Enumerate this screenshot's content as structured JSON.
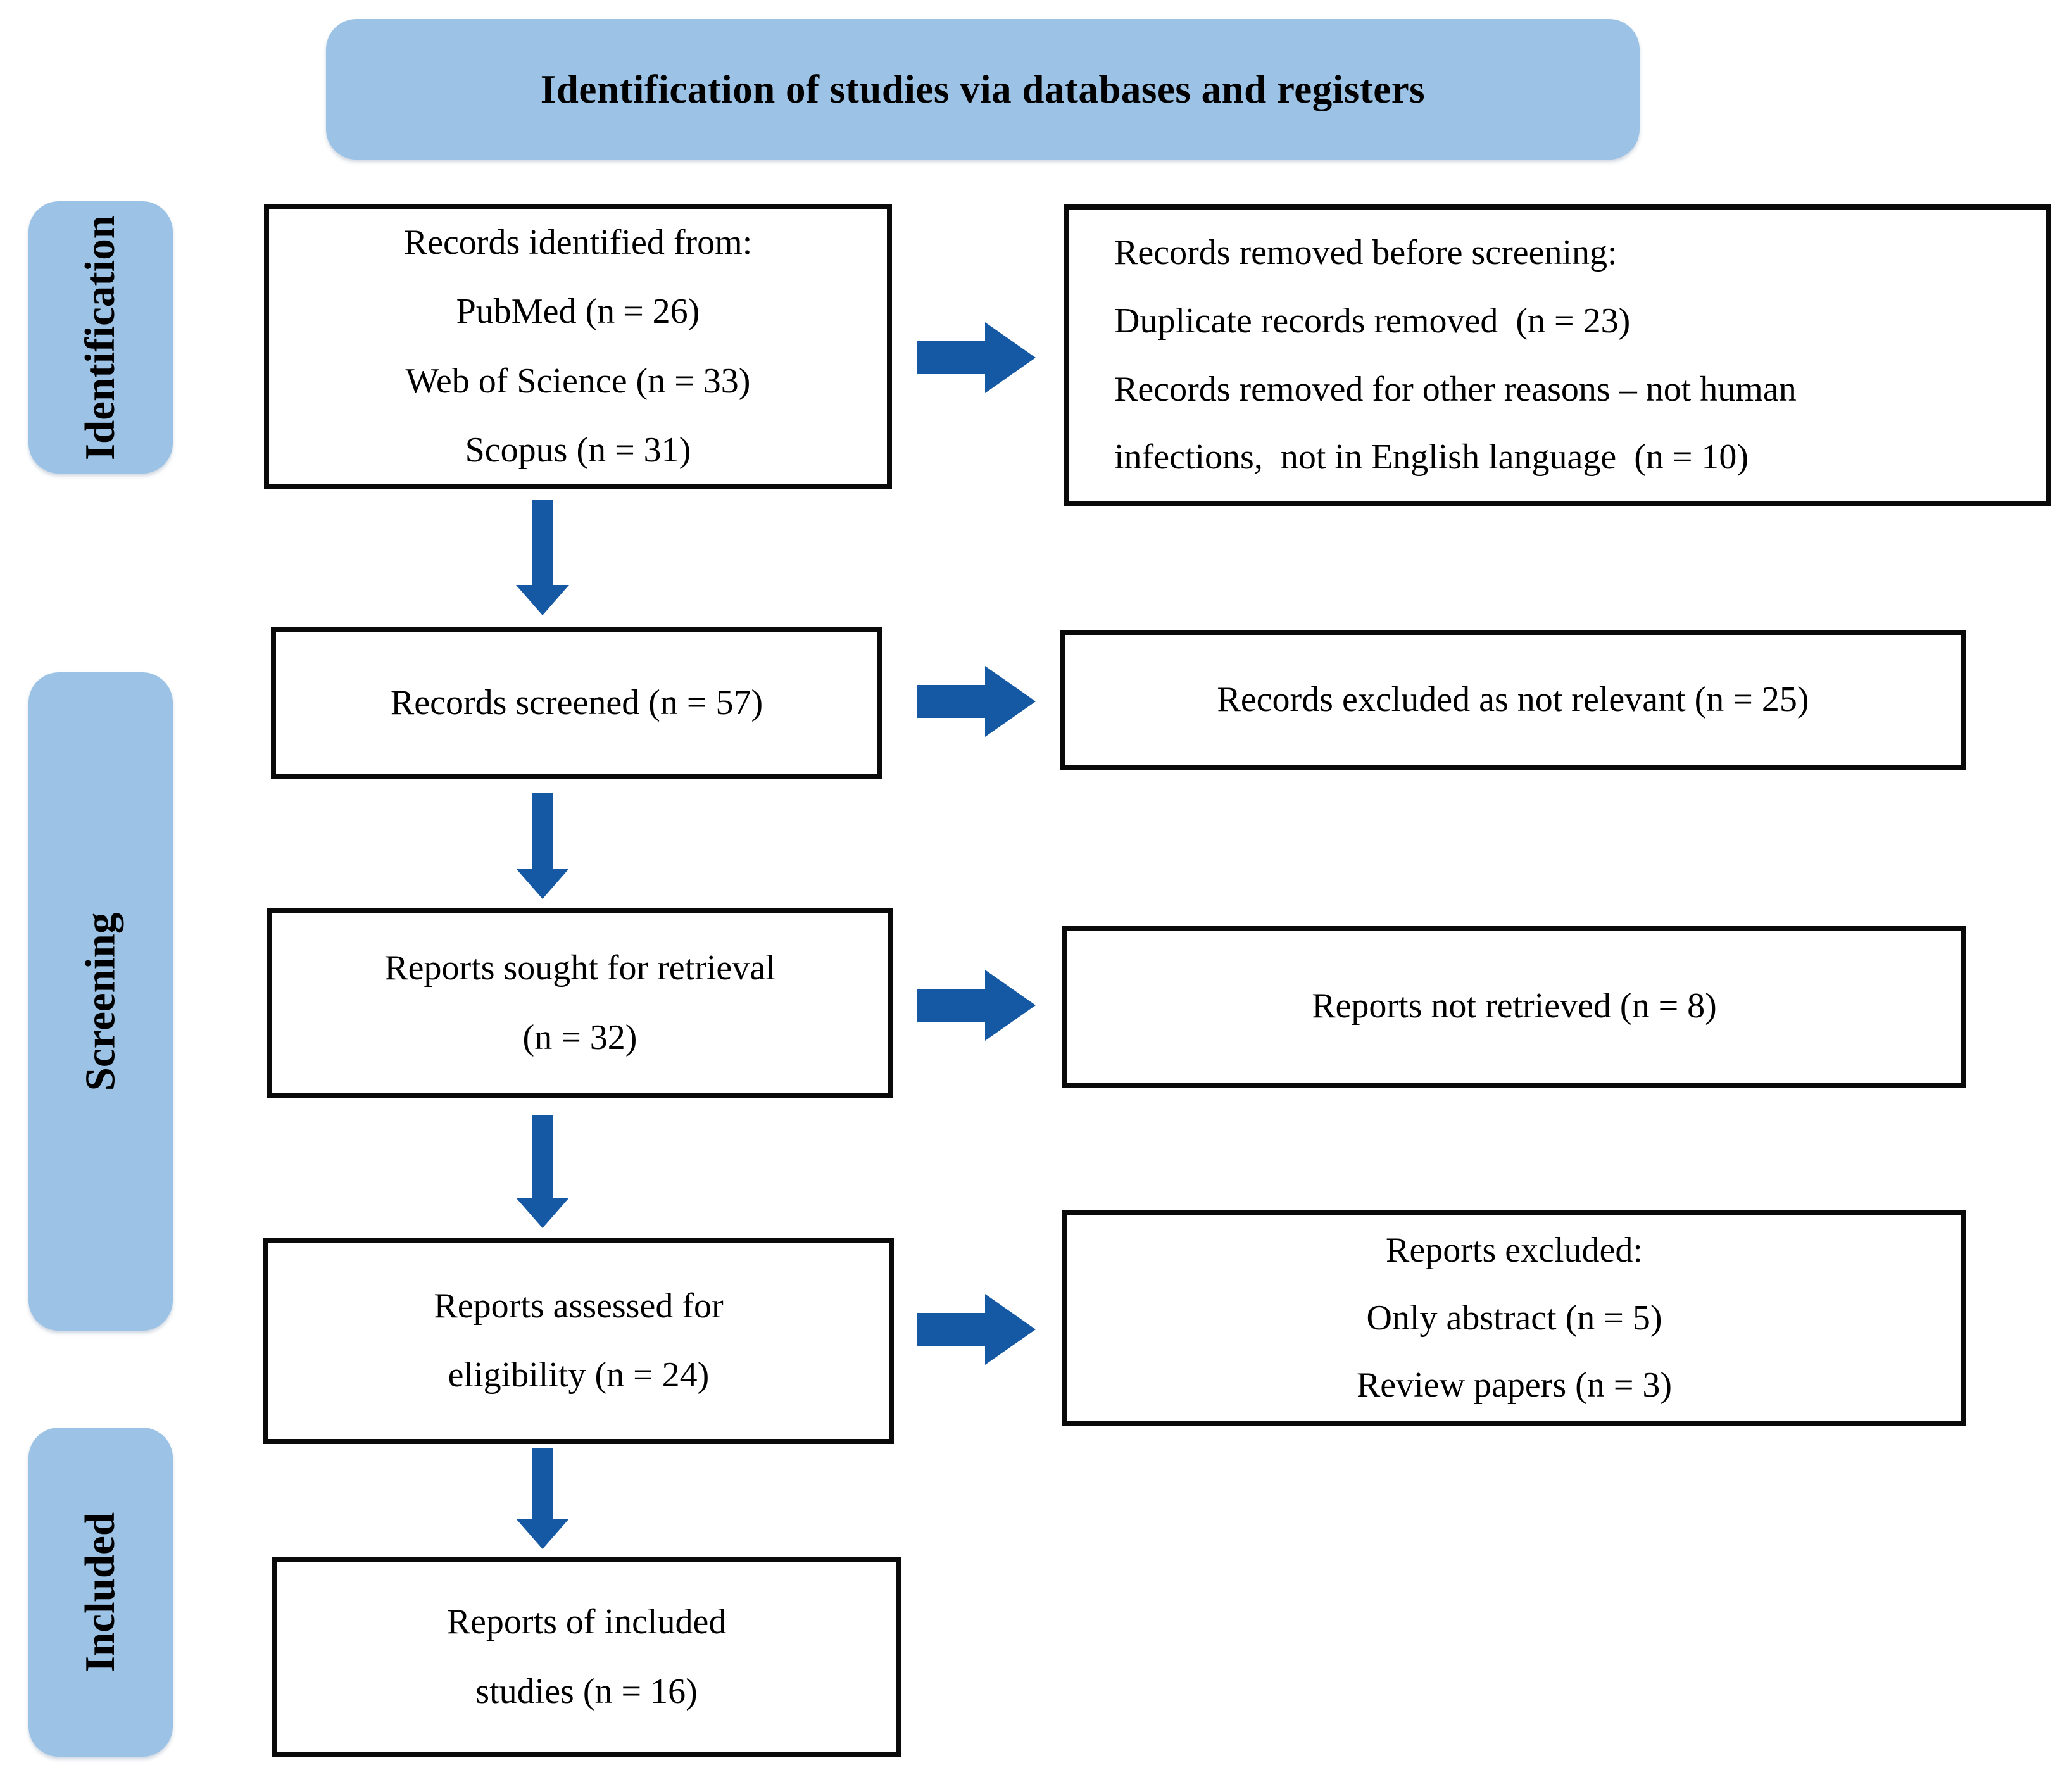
{
  "title": "Identification of studies via databases and registers",
  "stages": {
    "identification": "Identification",
    "screening": "Screening",
    "included": "Included"
  },
  "boxes": {
    "records_identified": {
      "lines": [
        "Records identified from:",
        "PubMed (n = 26)",
        "Web of Science (n = 33)",
        "Scopus (n = 31)"
      ]
    },
    "records_removed": {
      "lines": [
        "Records removed before screening:",
        "Duplicate records removed  (n = 23)",
        "Records removed for other reasons – not human",
        "infections,  not in English language  (n = 10)"
      ]
    },
    "records_screened": {
      "lines": [
        "Records screened (n = 57)"
      ]
    },
    "records_excluded": {
      "lines": [
        "Records excluded as not relevant (n = 25)"
      ]
    },
    "reports_sought": {
      "lines": [
        "Reports sought for retrieval",
        "(n = 32)"
      ]
    },
    "reports_not_retrieved": {
      "lines": [
        "Reports not retrieved (n = 8)"
      ]
    },
    "reports_assessed": {
      "lines": [
        "Reports assessed for",
        "eligibility (n = 24)"
      ]
    },
    "reports_excluded": {
      "lines": [
        "Reports excluded:",
        "Only abstract (n = 5)",
        "Review papers (n = 3)"
      ]
    },
    "reports_included": {
      "lines": [
        "Reports of included",
        "studies (n = 16)"
      ]
    }
  },
  "colors": {
    "stage_fill": "#9CC3E5",
    "arrow_blue": "#1558A4",
    "box_border": "#0A0A0A"
  }
}
